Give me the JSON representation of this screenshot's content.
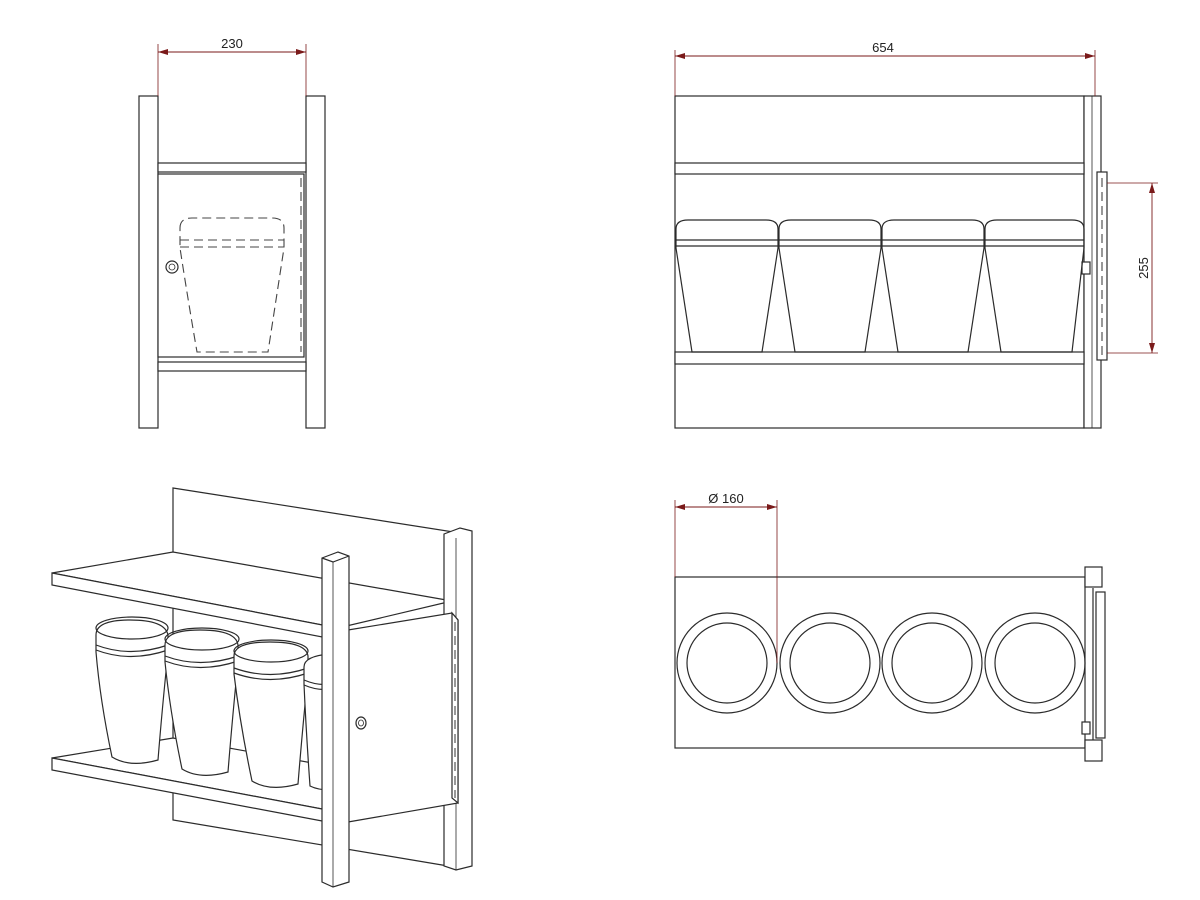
{
  "dimensions": {
    "width_front": "230",
    "width_side": "654",
    "height_door": "255",
    "diameter_urn": "Ø 160"
  },
  "colors": {
    "line": "#2b2b2b",
    "dimension": "#7a1a1a",
    "background": "#ffffff"
  }
}
